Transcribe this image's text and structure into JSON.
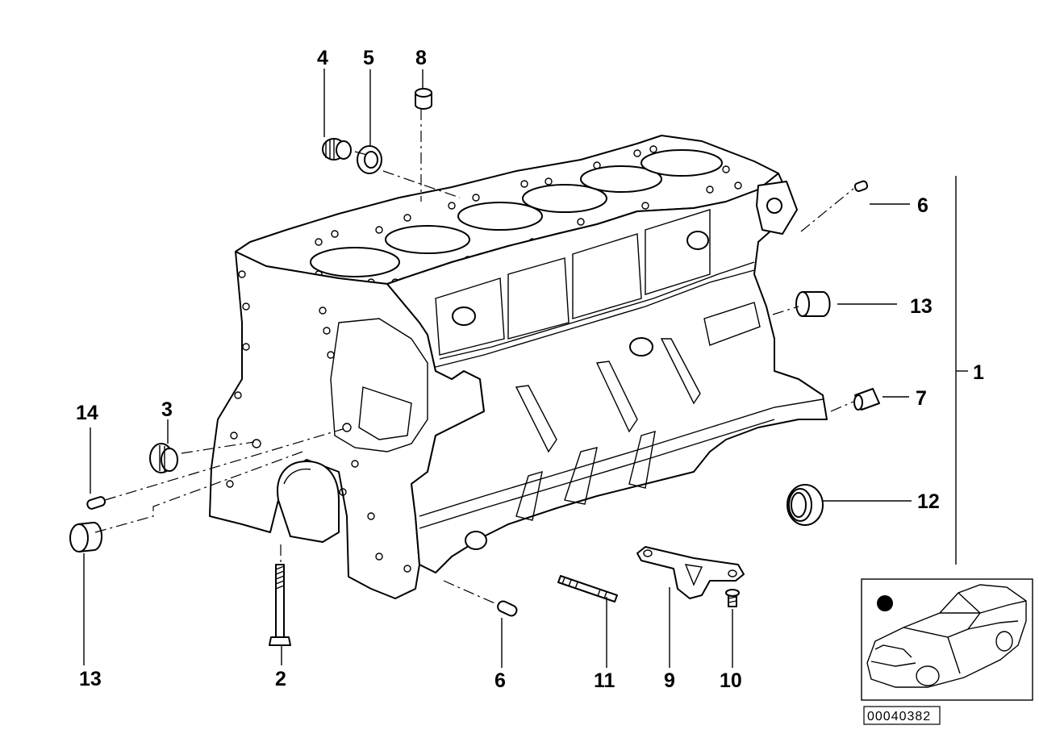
{
  "diagram": {
    "callouts": [
      {
        "id": "c1",
        "text": "1"
      },
      {
        "id": "c2",
        "text": "2"
      },
      {
        "id": "c3",
        "text": "3"
      },
      {
        "id": "c4",
        "text": "4"
      },
      {
        "id": "c5",
        "text": "5"
      },
      {
        "id": "c6a",
        "text": "6"
      },
      {
        "id": "c6b",
        "text": "6"
      },
      {
        "id": "c7",
        "text": "7"
      },
      {
        "id": "c8",
        "text": "8"
      },
      {
        "id": "c9",
        "text": "9"
      },
      {
        "id": "c10",
        "text": "10"
      },
      {
        "id": "c11",
        "text": "11"
      },
      {
        "id": "c12",
        "text": "12"
      },
      {
        "id": "c13a",
        "text": "13"
      },
      {
        "id": "c13b",
        "text": "13"
      },
      {
        "id": "c14",
        "text": "14"
      }
    ],
    "reference_code": "00040382"
  }
}
